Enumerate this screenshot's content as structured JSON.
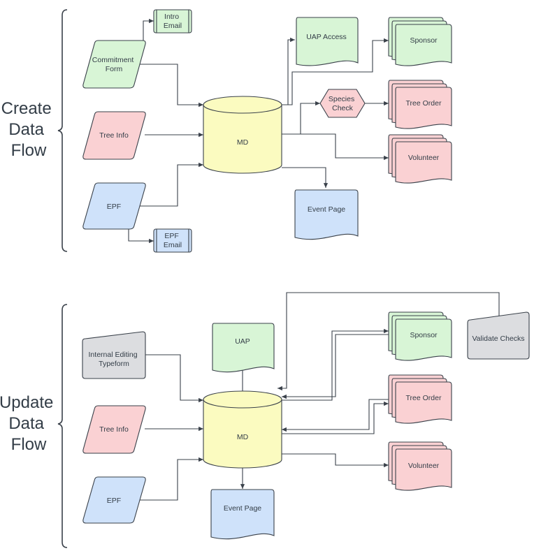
{
  "colors": {
    "green": "#d8f5d6",
    "pink": "#fad1d3",
    "blue": "#cfe2fa",
    "yellow": "#fbfbc0",
    "gray": "#dcdde0",
    "stroke": "#3a414a",
    "text": "#333d47"
  },
  "create": {
    "section_label": [
      "Create",
      "Data",
      "Flow"
    ],
    "intro_email": [
      "Intro",
      "Email"
    ],
    "commitment_form": [
      "Commitment",
      "Form"
    ],
    "uap_access": "UAP Access",
    "sponsor": "Sponsor",
    "species_check": [
      "Species",
      "Check"
    ],
    "tree_order": "Tree Order",
    "tree_info": "Tree Info",
    "md": "MD",
    "volunteer": "Volunteer",
    "epf": "EPF",
    "event_page": "Event Page",
    "epf_email": [
      "EPF",
      "Email"
    ]
  },
  "update": {
    "section_label": [
      "Update",
      "Data",
      "Flow"
    ],
    "internal_editing": [
      "Internal Editing",
      "Typeform"
    ],
    "uap": "UAP",
    "sponsor": "Sponsor",
    "validate_checks": "Validate Checks",
    "tree_order": "Tree Order",
    "tree_info": "Tree Info",
    "md": "MD",
    "volunteer": "Volunteer",
    "epf": "EPF",
    "event_page": "Event Page"
  }
}
